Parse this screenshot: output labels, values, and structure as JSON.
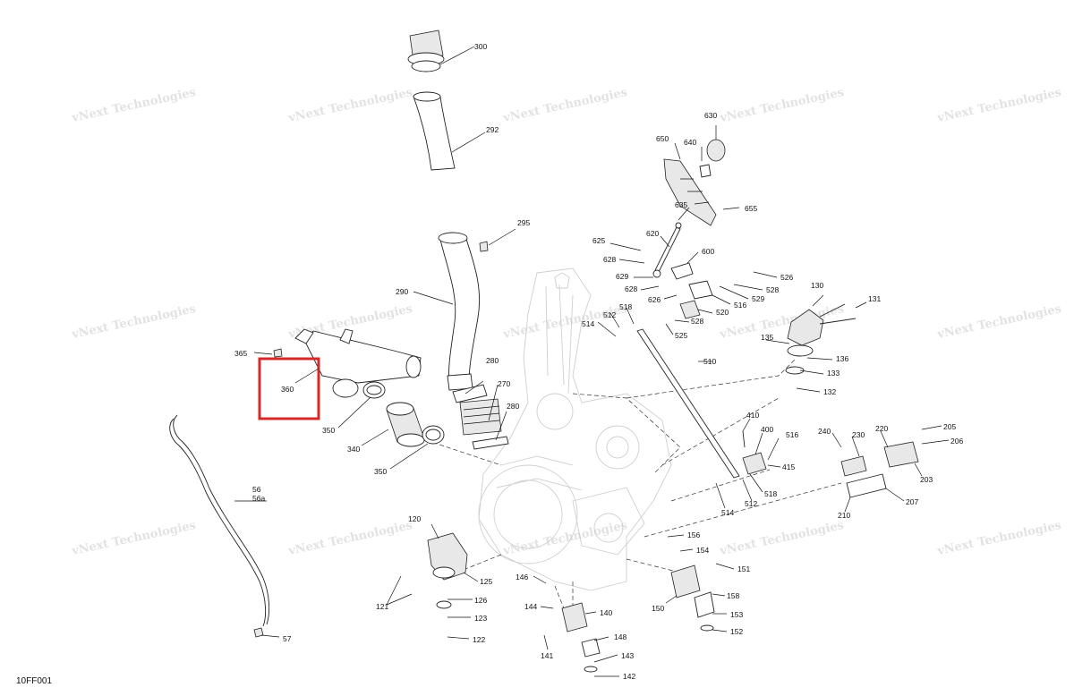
{
  "diagram_code": "10FF001",
  "watermark_text": "vNext Technologies",
  "highlight": {
    "label": "360",
    "color": "#d42a2a"
  },
  "labels": {
    "l300": "300",
    "l292": "292",
    "l295": "295",
    "l290": "290",
    "l365": "365",
    "l360": "360",
    "l280a": "280",
    "l270": "270",
    "l280b": "280",
    "l350a": "350",
    "l340": "340",
    "l350b": "350",
    "l56": "56",
    "l56a": "56a",
    "l57": "57",
    "l630": "630",
    "l650": "650",
    "l640": "640",
    "l635": "635",
    "l655": "655",
    "l620": "620",
    "l625": "625",
    "l628a": "628",
    "l629": "629",
    "l628b": "628",
    "l600": "600",
    "l626": "626",
    "l526": "526",
    "l528a": "528",
    "l529": "529",
    "l516a": "516",
    "l520": "520",
    "l528b": "528",
    "l525": "525",
    "l514a": "514",
    "l512a": "512",
    "l518a": "518",
    "l130": "130",
    "l131": "131",
    "l135": "135",
    "l136": "136",
    "l133": "133",
    "l132": "132",
    "l510": "510",
    "l410": "410",
    "l400": "400",
    "l516b": "516",
    "l415": "415",
    "l518b": "518",
    "l512b": "512",
    "l514b": "514",
    "l240": "240",
    "l230": "230",
    "l220": "220",
    "l205": "205",
    "l206": "206",
    "l203": "203",
    "l207": "207",
    "l210": "210",
    "l120": "120",
    "l125": "125",
    "l121": "121",
    "l126": "126",
    "l123": "123",
    "l122": "122",
    "l146": "146",
    "l144": "144",
    "l140": "140",
    "l141": "141",
    "l148": "148",
    "l143": "143",
    "l142": "142",
    "l156": "156",
    "l154": "154",
    "l151": "151",
    "l150": "150",
    "l158": "158",
    "l153": "153",
    "l152": "152"
  }
}
